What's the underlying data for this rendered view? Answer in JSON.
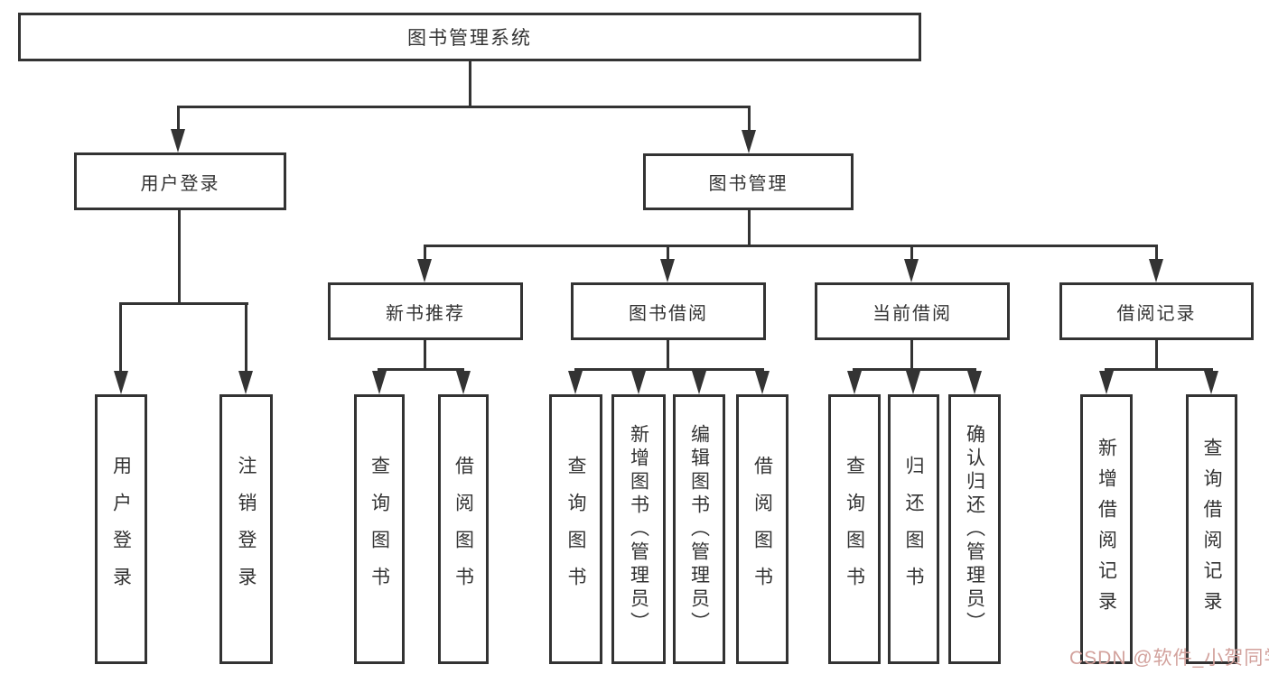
{
  "colors": {
    "line": "#333333",
    "box_border": "#333333",
    "text": "#333333",
    "watermark": "#d2a19c",
    "background": "#ffffff"
  },
  "watermark": {
    "text": "CSDN @软件_小贺同学"
  },
  "tree": {
    "label": "图书管理系统",
    "children": [
      {
        "label": "用户登录",
        "children": [
          {
            "label": "用户登录"
          },
          {
            "label": "注销登录"
          }
        ]
      },
      {
        "label": "图书管理",
        "children": [
          {
            "label": "新书推荐",
            "children": [
              {
                "label": "查询图书"
              },
              {
                "label": "借阅图书"
              }
            ]
          },
          {
            "label": "图书借阅",
            "children": [
              {
                "label": "查询图书"
              },
              {
                "label": "新增图书（管理员）"
              },
              {
                "label": "编辑图书（管理员）"
              },
              {
                "label": "借阅图书"
              }
            ]
          },
          {
            "label": "当前借阅",
            "children": [
              {
                "label": "查询图书"
              },
              {
                "label": "归还图书"
              },
              {
                "label": "确认归还（管理员）"
              }
            ]
          },
          {
            "label": "借阅记录",
            "children": [
              {
                "label": "新增借阅记录"
              },
              {
                "label": "查询借阅记录"
              }
            ]
          }
        ]
      }
    ]
  }
}
